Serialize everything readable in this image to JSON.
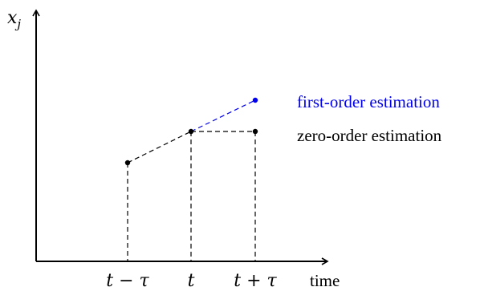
{
  "axes": {
    "y_label_base": "x",
    "y_label_sub": "j",
    "x_label": "time"
  },
  "ticks": [
    {
      "name": "t-minus-tau",
      "parts": [
        [
          "t",
          "i"
        ],
        [
          " − ",
          "n"
        ],
        [
          "τ",
          "i"
        ]
      ]
    },
    {
      "name": "t",
      "parts": [
        [
          "t",
          "i"
        ]
      ]
    },
    {
      "name": "t-plus-tau",
      "parts": [
        [
          "t",
          "i"
        ],
        [
          " + ",
          "n"
        ],
        [
          "τ",
          "i"
        ]
      ]
    }
  ],
  "legend": {
    "first_order": "first-order estimation",
    "zero_order": "zero-order estimation"
  },
  "colors": {
    "first_order": "#0000ee",
    "zero_order": "#000000",
    "axis": "#000000"
  }
}
